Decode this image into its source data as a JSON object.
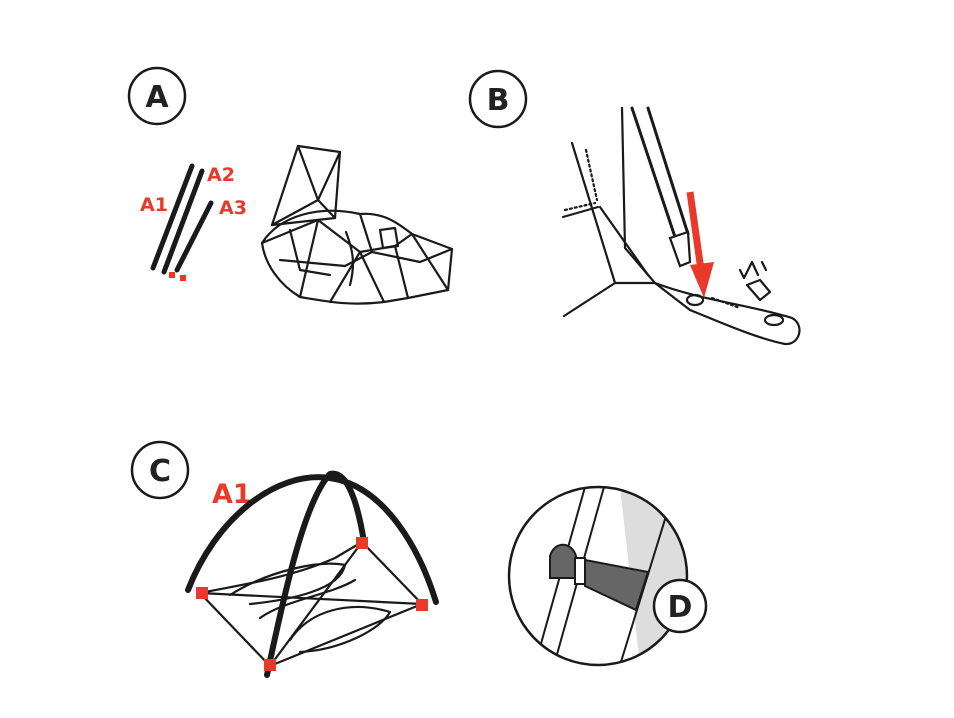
{
  "colors": {
    "ink": "#1a1a1a",
    "accent": "#e8392b",
    "shade": "#dddddd",
    "connector": "#666666"
  },
  "steps": {
    "a": {
      "label": "A"
    },
    "b": {
      "label": "B"
    },
    "c": {
      "label": "C"
    },
    "d": {
      "label": "D"
    }
  },
  "parts": {
    "a1": "A1",
    "a2": "A2",
    "a3": "A3",
    "c_a1": "A1"
  },
  "icons": {
    "pole": "tent-pole-icon",
    "arrow": "down-arrow-icon",
    "clip": "pole-clip-icon",
    "marker": "pole-end-marker-icon"
  }
}
